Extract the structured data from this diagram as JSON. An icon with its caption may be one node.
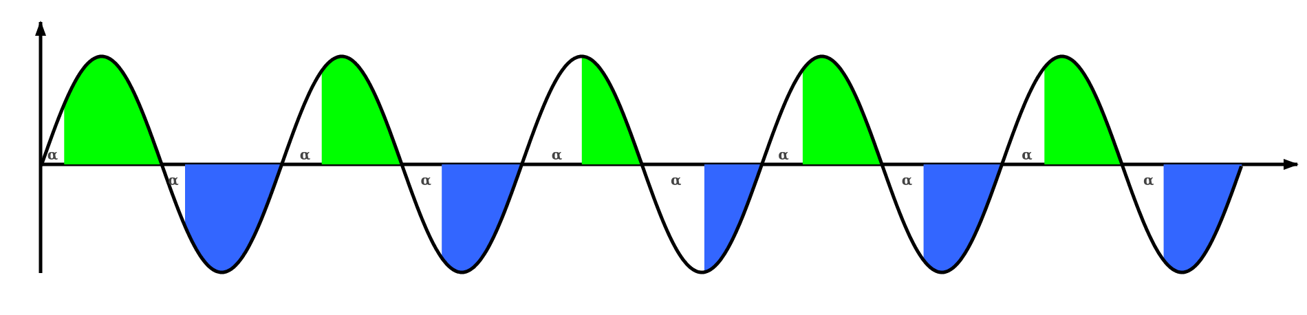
{
  "diagram": {
    "labels": [
      "α",
      "α",
      "α",
      "α",
      "α",
      "α",
      "α",
      "α",
      "α",
      "α"
    ]
  }
}
